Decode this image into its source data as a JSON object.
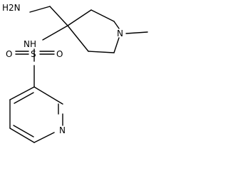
{
  "molecule": {
    "labels": {
      "amine": "H2N",
      "ring_nitrogen": "N",
      "methyl": "",
      "sulfonamide_nh": "NH",
      "sulfur": "S",
      "oxygen_left": "O",
      "oxygen_right": "O",
      "pyridine_nitrogen": "N"
    }
  },
  "colors": {
    "bond": "#000000",
    "text": "#000000",
    "background": "#ffffff"
  }
}
